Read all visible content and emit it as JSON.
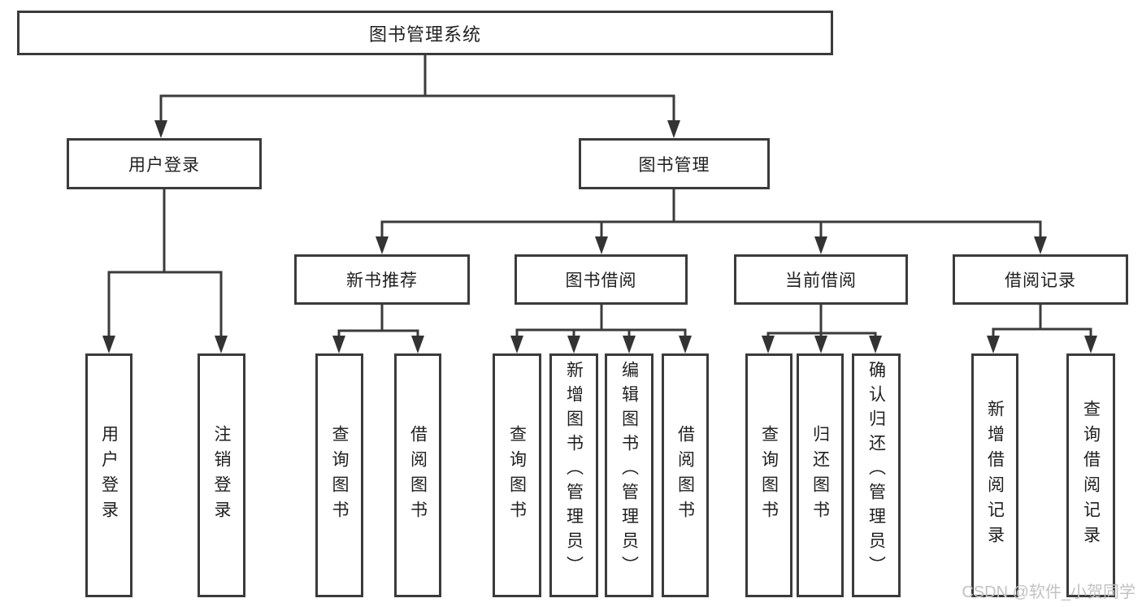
{
  "tree": {
    "root": {
      "label": "图书管理系统"
    },
    "branches": [
      {
        "label": "用户登录",
        "children": [
          {
            "label": "用户登录"
          },
          {
            "label": "注销登录"
          }
        ]
      },
      {
        "label": "图书管理",
        "children": [
          {
            "label": "新书推荐",
            "children": [
              {
                "label": "查询图书"
              },
              {
                "label": "借阅图书"
              }
            ]
          },
          {
            "label": "图书借阅",
            "children": [
              {
                "label": "查询图书"
              },
              {
                "label": "新增图书（管理员）"
              },
              {
                "label": "编辑图书（管理员）"
              },
              {
                "label": "借阅图书"
              }
            ]
          },
          {
            "label": "当前借阅",
            "children": [
              {
                "label": "查询图书"
              },
              {
                "label": "归还图书"
              },
              {
                "label": "确认归还（管理员）"
              }
            ]
          },
          {
            "label": "借阅记录",
            "children": [
              {
                "label": "新增借阅记录"
              },
              {
                "label": "查询借阅记录"
              }
            ]
          }
        ]
      }
    ]
  },
  "watermark": "CSDN @软件_小贺同学",
  "colors": {
    "line": "#3b3b3b",
    "text": "#1f1f1f",
    "watermark": "#c2c2c2",
    "background": "#ffffff"
  }
}
